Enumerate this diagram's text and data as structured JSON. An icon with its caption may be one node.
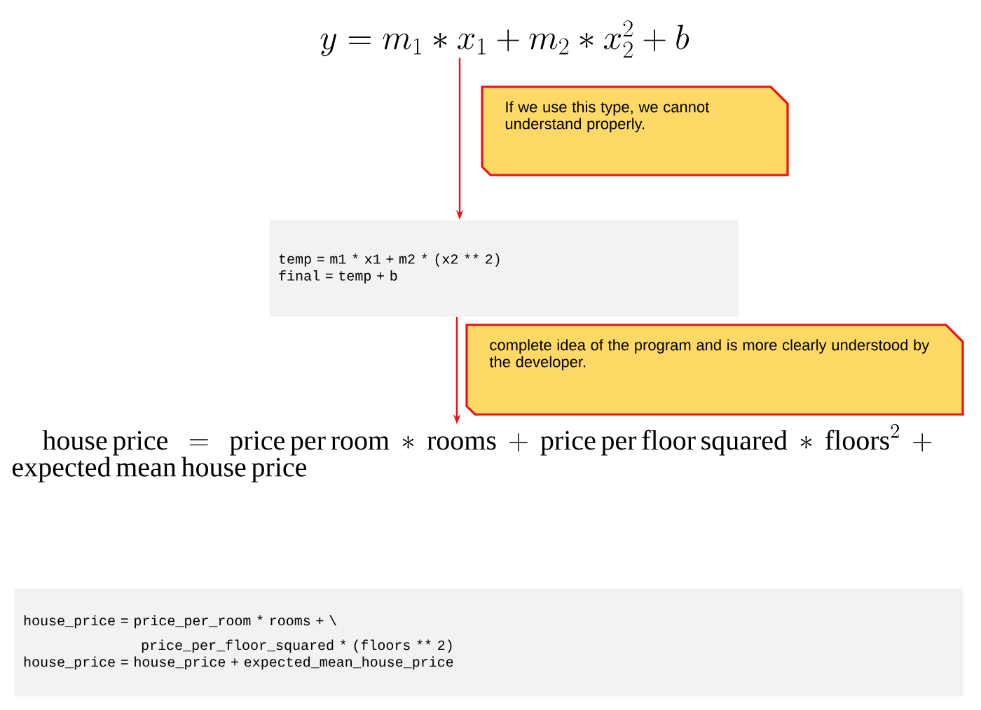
{
  "diagram": {
    "nodes": [
      {
        "text": [
          "y = m_1 * x_1 + m_2 * x_2^2 + b"
        ]
      },
      {
        "text": [
          "If we use this type, we cannot understand properly."
        ]
      },
      {
        "text": [
          "temp = m1 * x1 + m2 * (x2 ** 2)",
          "final = temp + b"
        ]
      },
      {
        "text": [
          "complete idea of the program and is more clearly understood by the developer."
        ]
      },
      {
        "text": [
          "\\mathrm{house\\ price} = \\mathrm{price\\ per\\ room} * \\mathrm{rooms} + \\mathrm{price\\ per\\ floor\\ squared} * \\mathrm{floors}^2 + \\mathrm{expected\\ mean\\ house\\ price}"
        ]
      },
      {
        "text": [
          "house_price = price_per_room * rooms + \\",
          "price_per_floor_squared * (floors ** 2)",
          "house_price = house_price + expected_mean_house_price"
        ]
      }
    ],
    "edges": [
      {
        "from": 0,
        "to": 2,
        "arrow": "to",
        "color": "#ee1111"
      },
      {
        "from": 2,
        "to": 4,
        "arrow": "to",
        "color": "#ee1111"
      }
    ]
  }
}
